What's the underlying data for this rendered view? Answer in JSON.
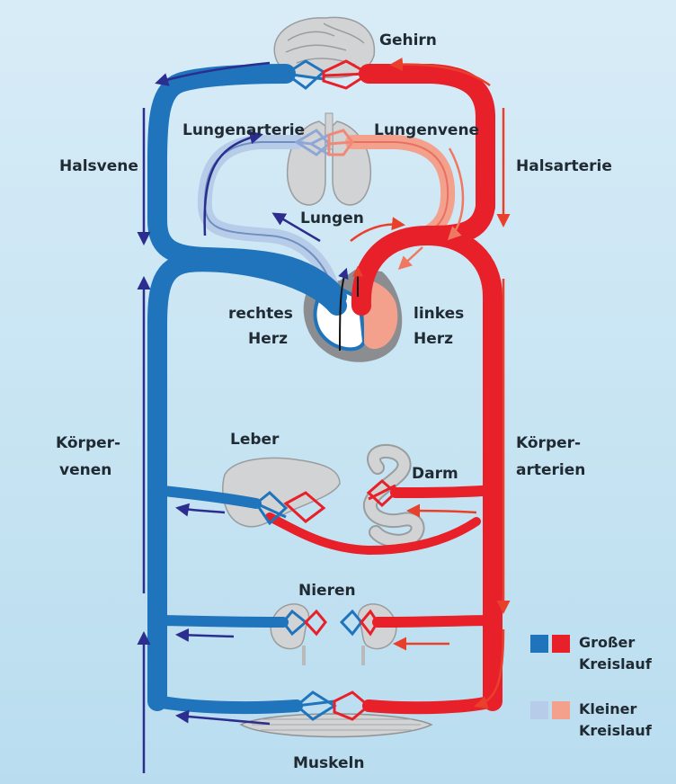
{
  "colors": {
    "background_top": "#d8ecf7",
    "background_bottom": "#b9ddef",
    "systemic_vein": "#1f74bc",
    "systemic_artery": "#e8202a",
    "pulmonary_artery": "#b7cce8",
    "pulmonary_vein": "#f3a08c",
    "arrow_blue": "#2b2d8f",
    "arrow_red": "#e8402a",
    "organ_gray": "#c9cbcc"
  },
  "labels": {
    "brain": "Gehirn",
    "neck_vein": "Halsvene",
    "neck_artery": "Halsarterie",
    "pulmonary_artery": "Lungenarterie",
    "pulmonary_vein": "Lungenvene",
    "lungs": "Lungen",
    "right_heart_1": "rechtes",
    "right_heart_2": "Herz",
    "left_heart_1": "linkes",
    "left_heart_2": "Herz",
    "body_veins_1": "Körper-",
    "body_veins_2": "venen",
    "body_arteries_1": "Körper-",
    "body_arteries_2": "arterien",
    "liver": "Leber",
    "intestine": "Darm",
    "kidneys": "Nieren",
    "muscles": "Muskeln"
  },
  "legend": {
    "systemic_1": "Großer",
    "systemic_2": "Kreislauf",
    "pulmonary_1": "Kleiner",
    "pulmonary_2": "Kreislauf"
  }
}
